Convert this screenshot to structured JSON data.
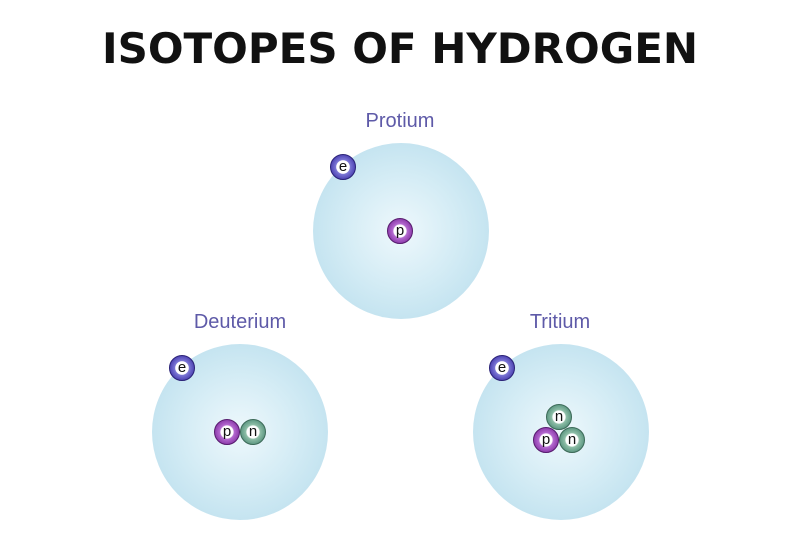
{
  "title": "ISOTOPES OF HYDROGEN",
  "colors": {
    "label": "#5e5aa8",
    "cloud": "#c9e6f2",
    "electron": "#4a3fb0",
    "proton": "#8a38a8",
    "neutron": "#5a9580"
  },
  "atoms": {
    "protium": {
      "name": "Protium",
      "electron": "e",
      "proton": "p"
    },
    "deuterium": {
      "name": "Deuterium",
      "electron": "e",
      "proton": "p",
      "neutron": "n"
    },
    "tritium": {
      "name": "Tritium",
      "electron": "e",
      "proton": "p",
      "neutron_1": "n",
      "neutron_2": "n"
    }
  }
}
